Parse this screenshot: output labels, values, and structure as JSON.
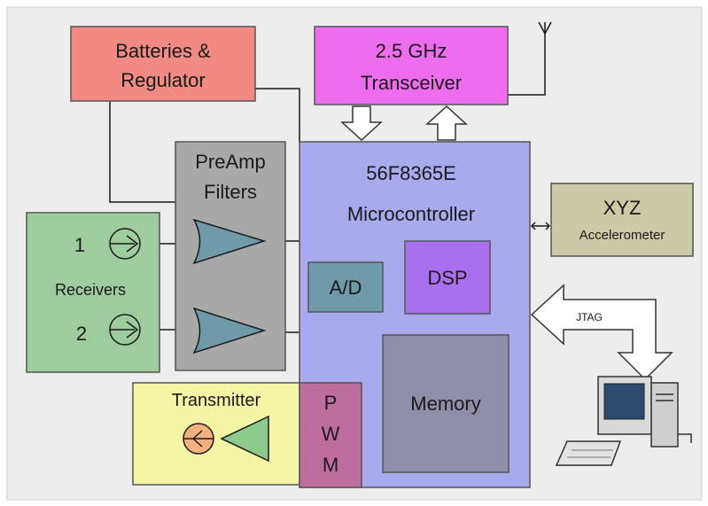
{
  "blocks": {
    "batteries": {
      "line1": "Batteries &",
      "line2": "Regulator",
      "color": "#F08A82"
    },
    "transceiver": {
      "line1": "2.5 GHz",
      "line2": "Transceiver",
      "color": "#EE6CEE"
    },
    "preamp": {
      "line1": "PreAmp",
      "line2": "Filters",
      "color": "#A8A8A8"
    },
    "microcontroller": {
      "line1": "56F8365E",
      "line2": "Microcontroller",
      "color": "#A9A9EE"
    },
    "accelerometer": {
      "line1": "XYZ",
      "line2": "Accelerometer",
      "color": "#CBC9A6"
    },
    "receivers": {
      "label": "Receivers",
      "num1": "1",
      "num2": "2",
      "color": "#9FCC9F"
    },
    "adc": {
      "label": "A/D",
      "color": "#6F9AAA"
    },
    "dsp": {
      "label": "DSP",
      "color": "#A870EE"
    },
    "memory": {
      "label": "Memory",
      "color": "#8E8EAA"
    },
    "transmitter": {
      "label": "Transmitter",
      "color": "#F5F5A6"
    },
    "pwm": {
      "line1": "P",
      "line2": "W",
      "line3": "M",
      "color": "#BE6E9E"
    }
  },
  "jtag": {
    "label": "JTAG"
  },
  "icons": [
    "antenna-icon",
    "computer-icon",
    "sensor-icon",
    "amplifier-icon",
    "speaker-icon"
  ]
}
